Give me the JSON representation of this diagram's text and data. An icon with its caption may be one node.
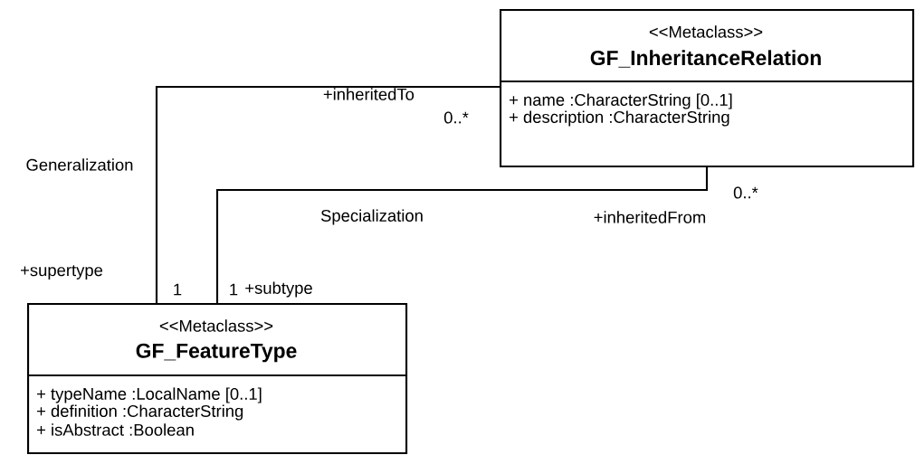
{
  "diagram": {
    "nodes": [
      {
        "text": [
          "<<Metaclass>>",
          "GF_InheritanceRelation",
          "+ name :CharacterString [0..1]",
          "+ description :CharacterString"
        ]
      },
      {
        "text": [
          "<<Metaclass>>",
          "GF_FeatureType",
          "+ typeName :LocalName [0..1]",
          "+ definition :CharacterString",
          "+ isAbstract :Boolean"
        ]
      }
    ],
    "edges": [
      {
        "from": 1,
        "to": 0,
        "arrow": "none",
        "label": "Generalization"
      },
      {
        "from": 1,
        "to": 0,
        "arrow": "none",
        "label": "Specialization"
      }
    ],
    "labels": [
      "+inheritedTo",
      "0..*",
      "0..*",
      "+inheritedFrom",
      "+supertype",
      "1",
      "1",
      "+subtype"
    ]
  }
}
